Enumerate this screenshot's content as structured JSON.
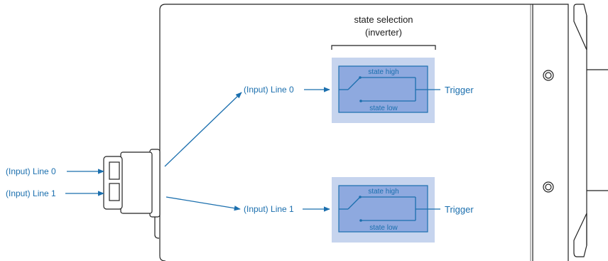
{
  "colors": {
    "accent": "#1b6fae",
    "module_outer": "#c6d4ee",
    "module_inner": "#8ea9df",
    "housing": "#222222",
    "text": "#1a1a1a"
  },
  "header": {
    "title_line1": "state selection",
    "title_line2": "(inverter)"
  },
  "external_inputs": {
    "line0": "(Input) Line 0",
    "line1": "(Input) Line 1"
  },
  "channels": [
    {
      "input_label": "(Input) Line 0",
      "state_high": "state high",
      "state_low": "state low",
      "output_label": "Trigger"
    },
    {
      "input_label": "(Input) Line 1",
      "state_high": "state high",
      "state_low": "state low",
      "output_label": "Trigger"
    }
  ],
  "icons": [
    "connector-icon",
    "mounting-hole-icon",
    "arrow-icon",
    "switch-icon"
  ]
}
